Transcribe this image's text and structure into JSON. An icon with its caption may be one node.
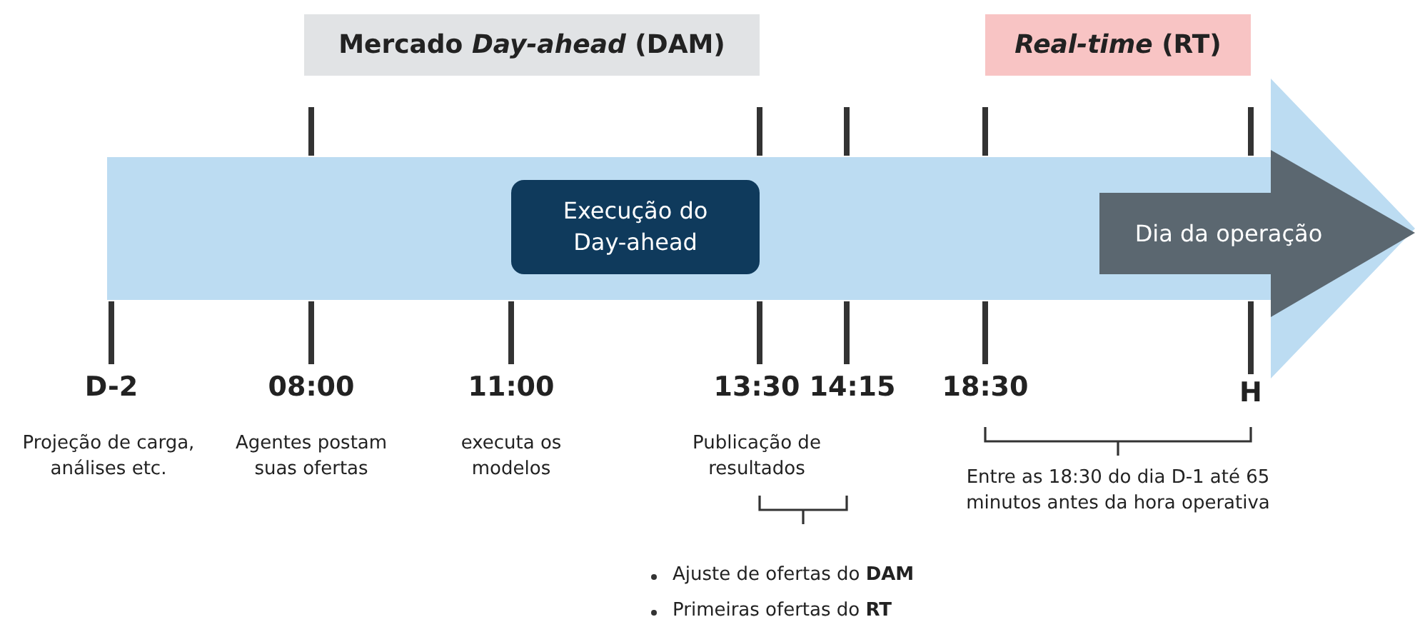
{
  "diagram": {
    "nodes": [
      {
        "text": [
          "Mercado *Day-ahead* (DAM)"
        ]
      },
      {
        "text": [
          "*Real-time* (RT)"
        ]
      },
      {
        "text": [],
        "shape": "arrow"
      },
      {
        "text": [
          "Execução do Day-ahead"
        ],
        "in": 2
      },
      {
        "text": [
          "Dia da operação"
        ],
        "in": 2
      }
    ],
    "labels": [
      "D-2",
      "08:00",
      "11:00",
      "13:30",
      "14:15",
      "18:30",
      "H",
      "Projeção de carga, análises etc.",
      "Agentes postam suas ofertas",
      "executa os modelos",
      "Publicação de resultados",
      "Entre as 18:30 do dia D-1 até 65 minutos antes da hora operativa",
      "Ajuste de ofertas do **DAM**",
      "Primeiras ofertas do **RT**"
    ]
  }
}
